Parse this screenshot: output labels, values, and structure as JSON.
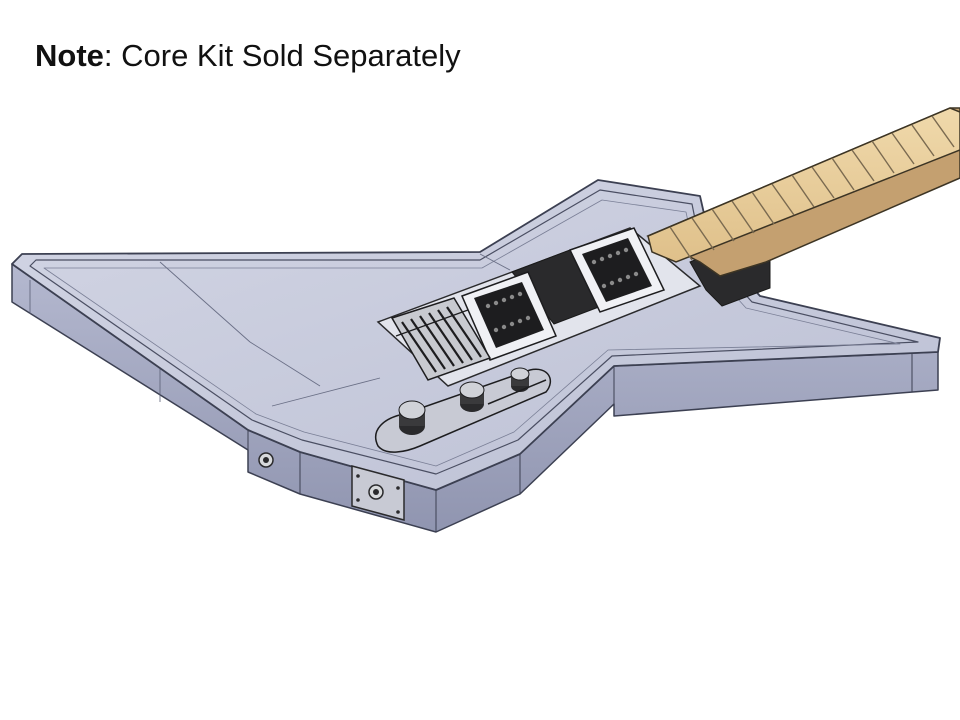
{
  "note": {
    "label": "Note",
    "separator": ":",
    "text": " Core Kit Sold Separately"
  },
  "colors": {
    "body_face": "#c5c9dc",
    "body_side": "#a5aac4",
    "body_rim": "#d6d9e7",
    "body_outline": "#3c4052",
    "neck_maple": "#e9cf9e",
    "neck_side": "#c4a070",
    "fret": "#7a6a50",
    "pickup_black": "#1d1d1f",
    "cavity_dark": "#2a2a2c",
    "hardware_chrome": "#d8dadc"
  },
  "icons": {
    "guitar": "explorer-guitar-body-render"
  }
}
